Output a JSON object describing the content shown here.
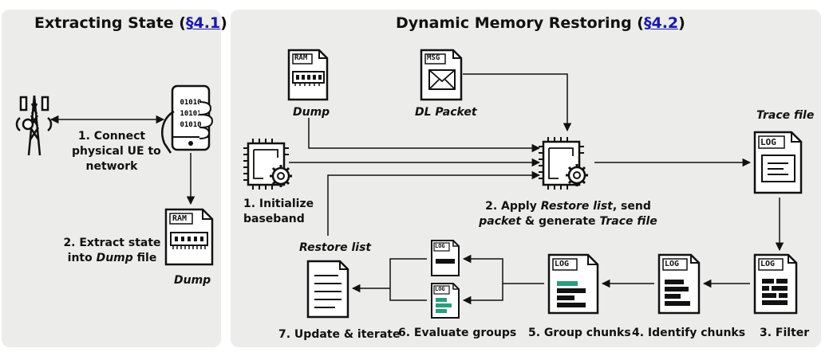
{
  "left_panel": {
    "title": "Extracting State (",
    "ref": "§4.1",
    "title_end": ")",
    "step1": [
      "1. Connect",
      "physical UE to",
      "network"
    ],
    "step2_a": "2. Extract state",
    "step2_b": "into ",
    "step2_b_em": "Dump",
    "step2_b_end": " file",
    "dump_label": "Dump",
    "ram_tag": "RAM"
  },
  "right_panel": {
    "title": "Dynamic Memory Restoring (",
    "ref": "§4.2",
    "title_end": ")",
    "dump_label": "Dump",
    "ram_tag": "RAM",
    "dl_packet_label": "DL Packet",
    "msg_tag": "MSG",
    "trace_file_label": "Trace file",
    "log_tag": "LOG",
    "step1": [
      "1. Initialize",
      "baseband"
    ],
    "step2": {
      "l1_a": "2. Apply ",
      "l1_em": "Restore list",
      "l1_b": ", send",
      "l2_em1": "packet",
      "l2_a": " & generate ",
      "l2_em2": "Trace file"
    },
    "restore_list_label": "Restore list",
    "step3": "3. Filter",
    "step4": "4. Identify chunks",
    "step5": "5. Group chunks",
    "step6": "6. Evaluate groups",
    "step7": "7. Update & iterate"
  },
  "colors": {
    "panel": "#ececea",
    "link": "#1a1aa6",
    "teal": "#2a9d7e",
    "ink": "#111111"
  }
}
